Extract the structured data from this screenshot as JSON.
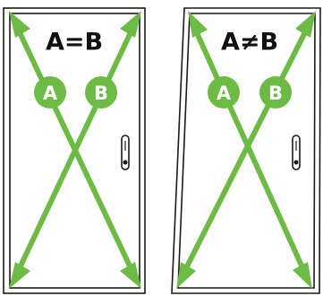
{
  "doors": [
    {
      "equation": "A=B",
      "label_a": "A",
      "label_b": "B"
    },
    {
      "equation": "A≠B",
      "label_a": "A",
      "label_b": "B"
    }
  ],
  "colors": {
    "diagonal": "#6dbb44",
    "frame": "#1a1a1a",
    "badge_text": "#ffffff"
  }
}
